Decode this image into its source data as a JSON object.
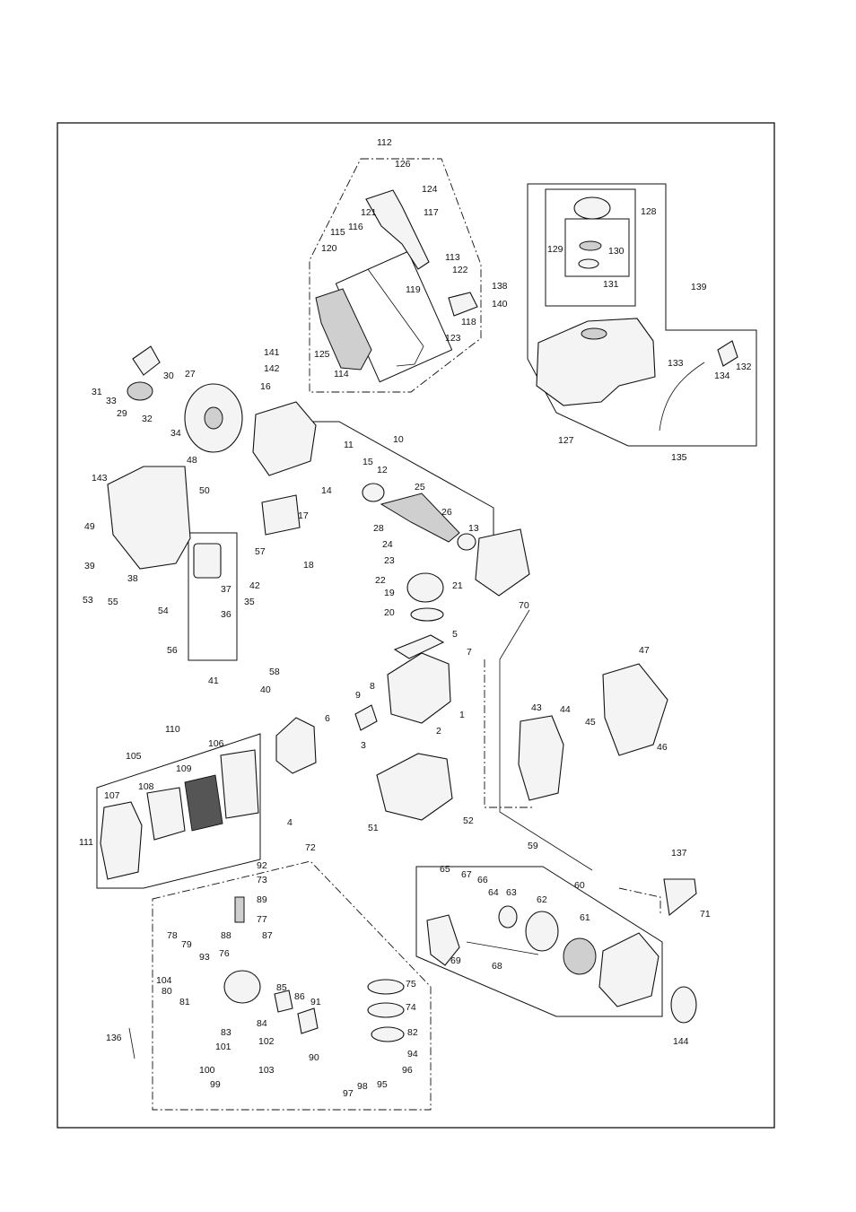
{
  "diagram": {
    "callouts": [
      "1",
      "2",
      "3",
      "4",
      "5",
      "6",
      "7",
      "8",
      "9",
      "10",
      "11",
      "12",
      "13",
      "14",
      "15",
      "16",
      "17",
      "18",
      "19",
      "20",
      "21",
      "22",
      "23",
      "24",
      "25",
      "26",
      "27",
      "28",
      "29",
      "30",
      "31",
      "32",
      "33",
      "34",
      "35",
      "36",
      "37",
      "38",
      "39",
      "40",
      "41",
      "42",
      "43",
      "44",
      "45",
      "46",
      "47",
      "48",
      "49",
      "50",
      "51",
      "52",
      "53",
      "54",
      "55",
      "56",
      "57",
      "58",
      "59",
      "60",
      "61",
      "62",
      "63",
      "64",
      "65",
      "66",
      "67",
      "68",
      "69",
      "70",
      "71",
      "72",
      "73",
      "74",
      "75",
      "76",
      "77",
      "78",
      "79",
      "80",
      "81",
      "82",
      "83",
      "84",
      "85",
      "86",
      "87",
      "88",
      "89",
      "90",
      "91",
      "92",
      "93",
      "94",
      "95",
      "96",
      "97",
      "98",
      "99",
      "100",
      "101",
      "102",
      "103",
      "104",
      "105",
      "106",
      "107",
      "108",
      "109",
      "110",
      "111",
      "112",
      "113",
      "114",
      "115",
      "116",
      "117",
      "118",
      "119",
      "120",
      "121",
      "122",
      "123",
      "124",
      "125",
      "126",
      "127",
      "128",
      "129",
      "130",
      "131",
      "132",
      "133",
      "134",
      "135",
      "136",
      "137",
      "138",
      "139",
      "140",
      "141",
      "142",
      "143",
      "144"
    ]
  }
}
